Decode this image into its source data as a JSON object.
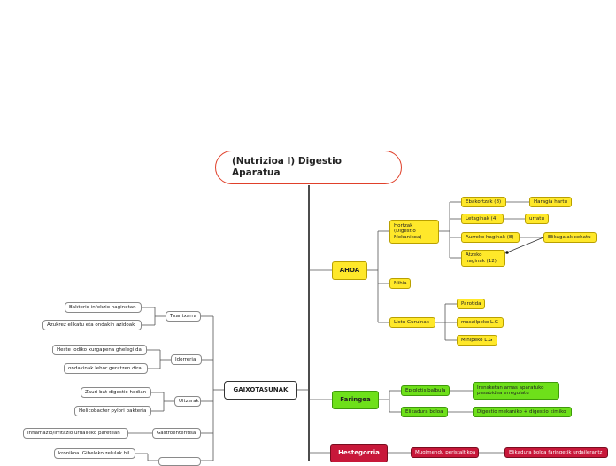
{
  "root": {
    "title": "(Nutrizioa I) Digestio Aparatua"
  },
  "branches": {
    "ahoa": {
      "label": "AHOA",
      "hortzak": "Hortzak (Digestio Mekanikoa)",
      "ebakortzak": "Ebakortzak (8)",
      "haragia": "Haragia hartu",
      "letaginak": "Letaginak (4)",
      "urratu": "urratu",
      "aurreko": "Aurreko haginak (8)",
      "elikagaiak": "Elikagaiak xehatu",
      "atzeko": "Atzeko haginak (12)",
      "mihia": "Mihia",
      "listu": "Listu Guruinak",
      "parotida": "Parotida",
      "masailpeko": "masailpeko L.G",
      "mihipeko": "Mihipeko L.G"
    },
    "faringea": {
      "label": "Faringea",
      "epiglotis": "Epiglotis  balbula",
      "irensketan": "Irensketan arnas aparatuko pasabidea erregulatu",
      "elikadura_bolo": "Elikadura boloa",
      "digestio": "Digestio mekaniko + digestio kimiko"
    },
    "hestegorria": {
      "label": "Hestegorria",
      "mugimendu": "Mugimendu peristaltikoa",
      "elikadura_faringe": "Elikadura boloa faringetik urdailerantz"
    },
    "gaixotasunak": {
      "label": "GAIXOTASUNAK",
      "txantxarra": "Txantxarra",
      "bakterio": "Bakterio infekzio haginetan",
      "azukrez": "Azukrez elikatu eta ondakin azidoak",
      "idorreria": "Idorreria",
      "heste": "Heste lodiko xurgapena ghelegi da",
      "ondakinak": "ondakinak lehor geratzen dira",
      "ultzerak": "Ultzerak",
      "zauri": "Zauri bat digestio hodian",
      "helicobacter": "Helicobacter pylori bakteria",
      "gastroenteritisa": "Gastroenteritisa",
      "inflamazio": "Inflamazio/Irritazio urdaileko paretean",
      "kronikoa": "kronikoa. Gibeleko zelulak hil"
    }
  }
}
